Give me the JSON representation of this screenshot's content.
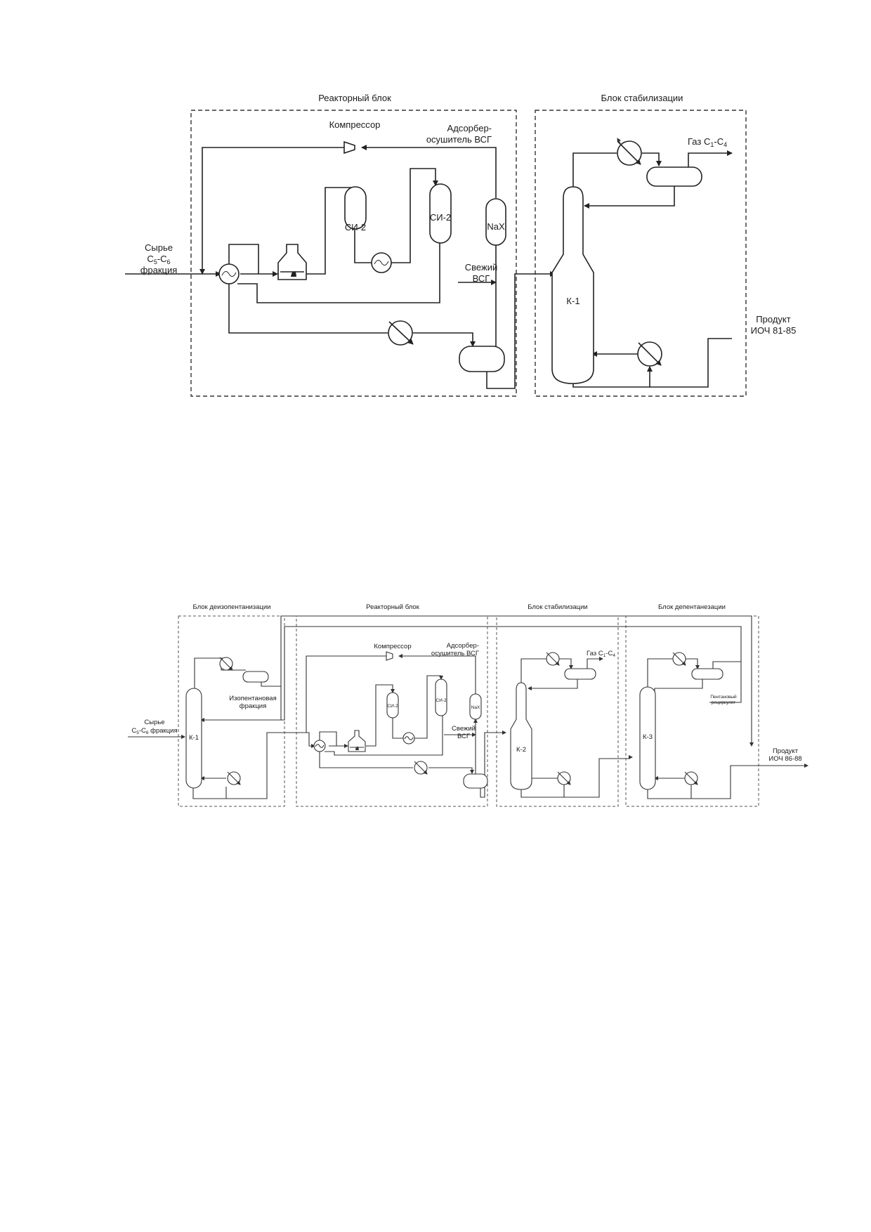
{
  "diagram1": {
    "blocks": {
      "reactor": "Реакторный блок",
      "stab": "Блок стабилизации"
    },
    "compressor": "Компрессор",
    "adsorber": {
      "l1": "Адсорбер-",
      "l2": "осушитель ВСГ"
    },
    "si2_a": "СИ-2",
    "si2_b": "СИ-2",
    "nax": "NaX",
    "fresh_vsg": {
      "l1": "Свежий",
      "l2": "ВСГ"
    },
    "feed": {
      "l1": "Сырье",
      "l2_c": "C",
      "l2_s1": "5",
      "l2_dash": "-C",
      "l2_s2": "6",
      "l3": "фракция"
    },
    "gas": {
      "pre": "Газ C",
      "s1": "1",
      "dash": "-C",
      "s2": "4"
    },
    "k1": "К-1",
    "product": {
      "l1": "Продукт",
      "l2": "ИОЧ 81-85"
    }
  },
  "diagram2": {
    "blocks": {
      "deiso": "Блок деизопентанизации",
      "reactor": "Реакторный блок",
      "stab": "Блок стабилизации",
      "depent": "Блок депентанезации"
    },
    "compressor": "Компрессор",
    "adsorber": {
      "l1": "Адсорбер-",
      "l2": "осушитель ВСГ"
    },
    "si2_a": "СИ-2",
    "si2_b": "СИ-2",
    "nax": "NaX",
    "fresh_vsg": {
      "l1": "Свежий",
      "l2": "ВСГ"
    },
    "feed": {
      "l1": "Сырье",
      "l2_c": "C",
      "l2_s1": "5",
      "l2_dash": "-C",
      "l2_s2": "6",
      "l2_rest": " фракция"
    },
    "isopentane": {
      "l1": "Изопентановая",
      "l2": "фракция"
    },
    "gas": {
      "pre": "Газ C",
      "s1": "1",
      "dash": "-C",
      "s2": "4"
    },
    "pentane_recycle": {
      "l1": "Пентановый",
      "l2": "рециркулят"
    },
    "k1": "К-1",
    "k2": "К-2",
    "k3": "К-3",
    "product": {
      "l1": "Продукт",
      "l2": "ИОЧ 86-88"
    }
  }
}
